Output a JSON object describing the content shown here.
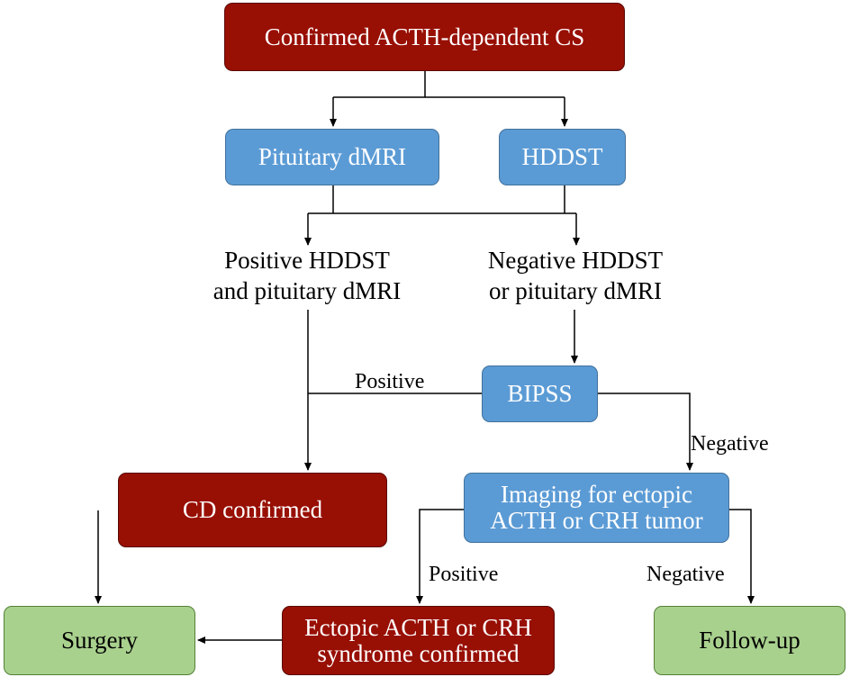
{
  "nodes": {
    "start": "Confirmed ACTH-dependent CS",
    "pituitary_dmri": "Pituitary dMRI",
    "hddst": "HDDST",
    "positive_both": "Positive HDDST\nand pituitary dMRI",
    "negative_either": "Negative HDDST\nor pituitary dMRI",
    "bipss": "BIPSS",
    "cd_confirmed": "CD confirmed",
    "imaging": "Imaging for ectopic\nACTH or CRH tumor",
    "surgery": "Surgery",
    "ectopic_confirmed": "Ectopic ACTH or CRH\nsyndrome confirmed",
    "follow_up": "Follow-up"
  },
  "edge_labels": {
    "bipss_positive": "Positive",
    "bipss_negative": "Negative",
    "imaging_positive": "Positive",
    "imaging_negative": "Negative"
  },
  "colors": {
    "decision_red": "#980f04",
    "test_blue": "#5b9bd5",
    "outcome_green": "#a9d18e"
  }
}
